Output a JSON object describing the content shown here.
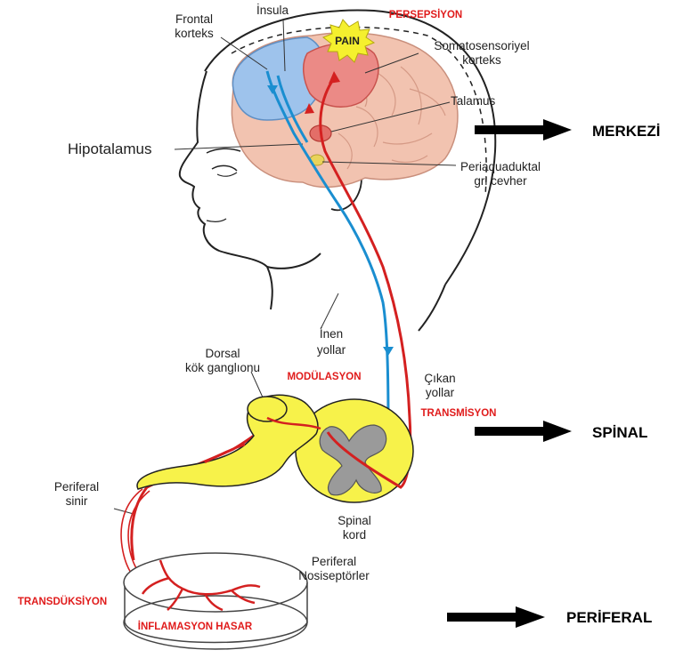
{
  "labels": {
    "frontal": [
      "Frontal",
      "korteks"
    ],
    "insula": "İnsula",
    "perception": "PERSEPSİYON",
    "pain": "PAIN",
    "somato": [
      "Somatosensoriyel",
      "korteks"
    ],
    "talamus": "Talamus",
    "hipotalamus": "Hipotalamus",
    "periaq": [
      "Periaquaduktal",
      "gri cevher"
    ],
    "descending": [
      "İnen",
      "yollar"
    ],
    "dorsal": [
      "Dorsal",
      "kök ganglıonu"
    ],
    "modulation": "MODÜLASYON",
    "ascending": [
      "Çıkan",
      "yollar"
    ],
    "transmission": "TRANSMİSYON",
    "peripheral_nerve": [
      "Periferal",
      "sinir"
    ],
    "spinal_cord": [
      "Spinal",
      "kord"
    ],
    "nociceptors": [
      "Periferal",
      "Nosiseptörler"
    ],
    "transduction": "TRANSDÜKSİYON",
    "damage": "İNFLAMASYON HASAR"
  },
  "levels": {
    "central": "MERKEZİ",
    "spinal": "SPİNAL",
    "peripheral": "PERİFERAL"
  },
  "colors": {
    "ascending": "#d42020",
    "descending": "#1a8ed0",
    "frontal": "#9ec3ec",
    "brain": "#f2c3b0",
    "cord": "#f7f24a",
    "gray_matter": "#9a9a9a"
  }
}
